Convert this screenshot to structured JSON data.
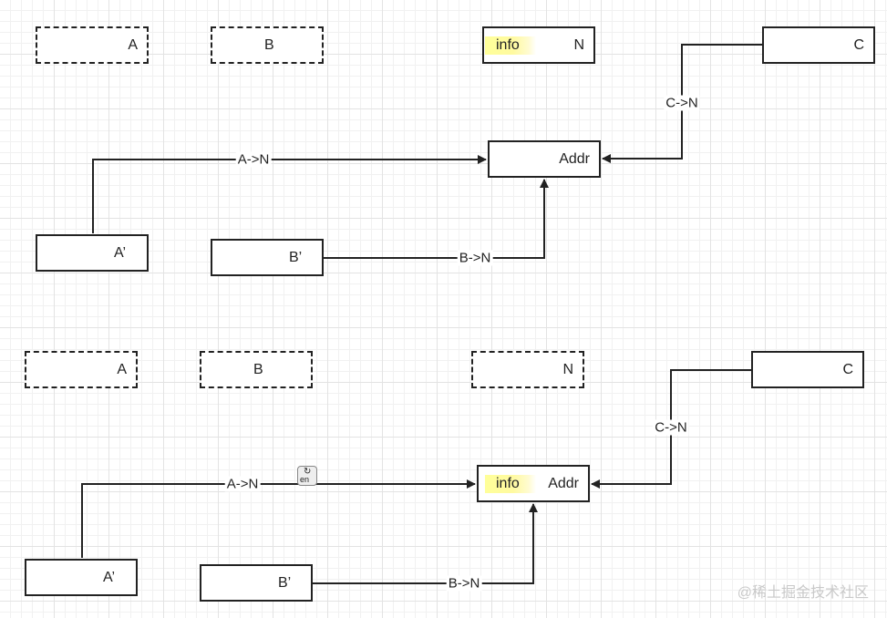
{
  "diagram_top": {
    "nodes": {
      "a": "A",
      "b": "B",
      "n": "N",
      "c": "C",
      "addr": "Addr",
      "a_prime": "A’",
      "b_prime": "B’"
    },
    "info_tag": "info",
    "edges": {
      "a_to_n": "A->N",
      "b_to_n": "B->N",
      "c_to_n": "C->N"
    }
  },
  "diagram_bottom": {
    "nodes": {
      "a": "A",
      "b": "B",
      "n": "N",
      "c": "C",
      "addr": "Addr",
      "a_prime": "A’",
      "b_prime": "B’"
    },
    "info_tag": "info",
    "edges": {
      "a_to_n": "A->N",
      "b_to_n": "B->N",
      "c_to_n": "C->N"
    },
    "translate_icon": {
      "icon": "translate-icon",
      "text": "en"
    }
  },
  "watermark": "@稀土掘金技术社区",
  "colors": {
    "line": "#222222",
    "highlight": "#ffff99",
    "grid": "#e3e3e3"
  }
}
